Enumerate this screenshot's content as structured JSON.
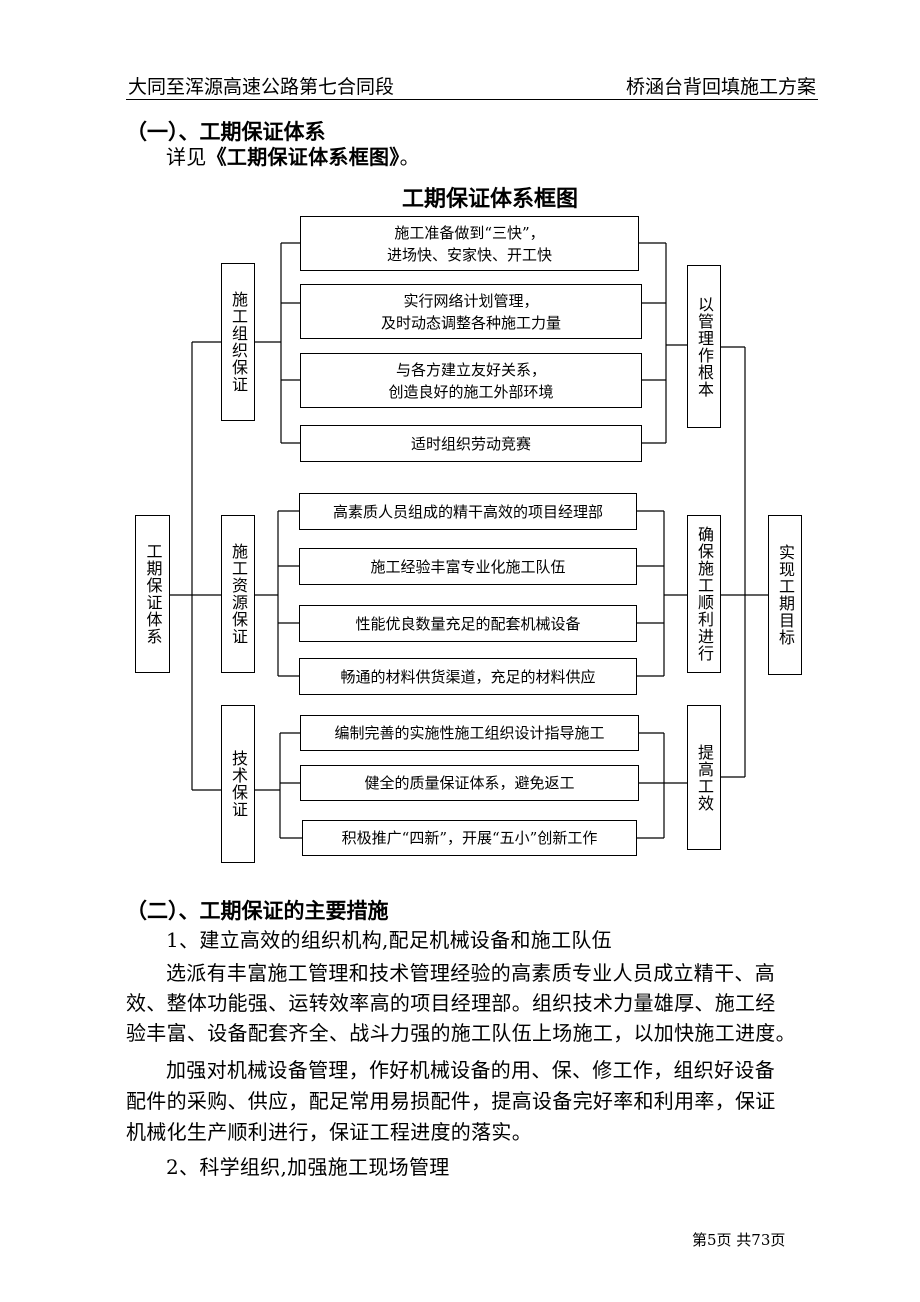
{
  "header": {
    "left": "大同至浑源高速公路第七合同段",
    "right": "桥涵台背回填施工方案"
  },
  "section1": {
    "title": "（一）、工期保证体系",
    "intro_prefix": "详见",
    "intro_ref": "《工期保证体系框图》",
    "intro_suffix": "。"
  },
  "diagram": {
    "title": "工期保证体系框图",
    "root": "工期保证体系",
    "groups": [
      {
        "label": "施工组织保证",
        "items": [
          "施工准备做到“三快”，\n进场快、安家快、开工快",
          "实行网络计划管理，\n及时动态调整各种施工力量",
          "与各方建立友好关系，\n创造良好的施工外部环境",
          "适时组织劳动竞赛"
        ],
        "result": "以管理作根本"
      },
      {
        "label": "施工资源保证",
        "items": [
          "高素质人员组成的精干高效的项目经理部",
          "施工经验丰富专业化施工队伍",
          "性能优良数量充足的配套机械设备",
          "畅通的材料供货渠道，充足的材料供应"
        ],
        "result": "确保施工顺利进行"
      },
      {
        "label": "技术保证",
        "items": [
          "编制完善的实施性施工组织设计指导施工",
          "健全的质量保证体系，避免返工",
          "积极推广“四新”，开展“五小”创新工作"
        ],
        "result": "提高工效"
      }
    ],
    "goal": "实现工期目标"
  },
  "section2": {
    "title": "（二）、工期保证的主要措施",
    "item1_title": "1、建立高效的组织机构,配足机械设备和施工队伍",
    "para1_lines": [
      "选派有丰富施工管理和技术管理经验的高素质专业人员成立精干、高",
      "效、整体功能强、运转效率高的项目经理部。组织技术力量雄厚、施工经",
      "验丰富、设备配套齐全、战斗力强的施工队伍上场施工，以加快施工进度。"
    ],
    "para2_lines": [
      "加强对机械设备管理，作好机械设备的用、保、修工作，组织好设备",
      "配件的采购、供应，配足常用易损配件，提高设备完好率和利用率，保证",
      "机械化生产顺利进行，保证工程进度的落实。"
    ],
    "item2_title": "2、科学组织,加强施工现场管理"
  },
  "footer": {
    "page": "第5页 共73页"
  }
}
